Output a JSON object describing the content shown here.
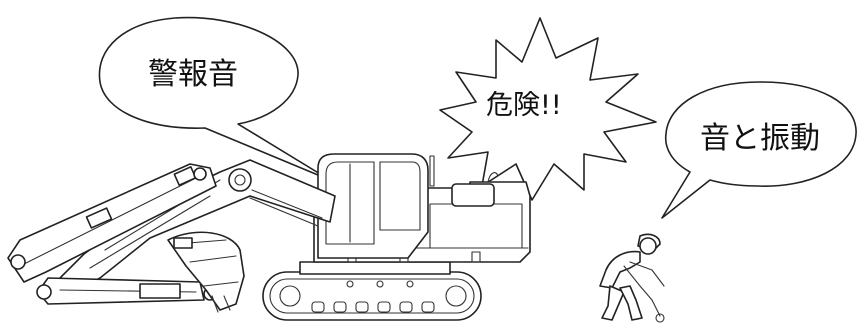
{
  "bubbles": {
    "alarm": "警報音",
    "danger": "危険!!",
    "sound_vibration": "音と振動"
  }
}
